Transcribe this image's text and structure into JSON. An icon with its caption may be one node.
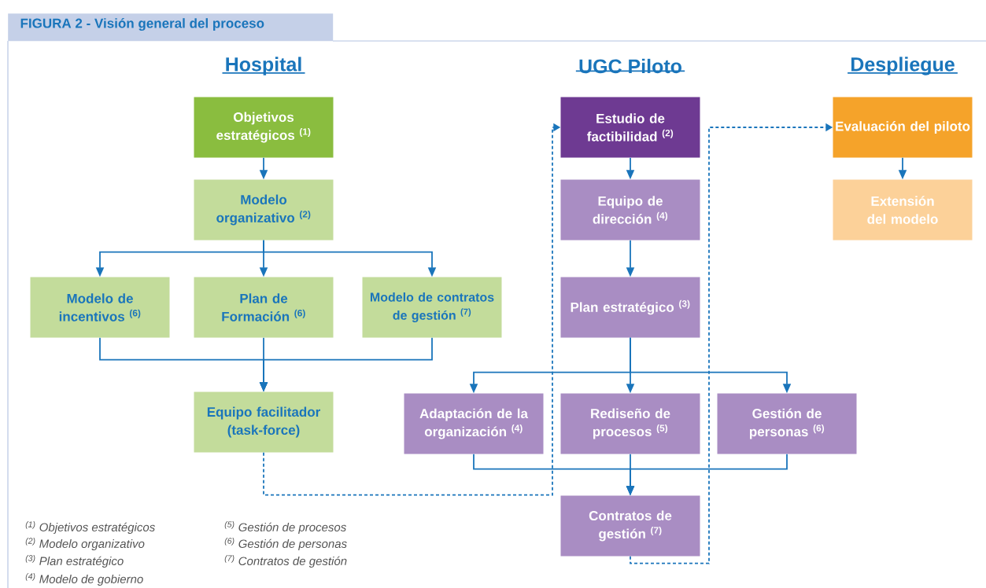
{
  "diagram": {
    "title": "FIGURA 2 - Visión general del proceso",
    "nodes": [
      {
        "text": [
          "Objetivos estratégicos $^{(1)}$"
        ]
      },
      {
        "text": [
          "Modelo organizativo $^{(2)}$"
        ]
      },
      {
        "text": [
          "Modelo de incentivos $^{(6)}$"
        ]
      },
      {
        "text": [
          "Plan de Formación $^{(6)}$"
        ]
      },
      {
        "text": [
          "Modelo de contratos de gestión $^{(7)}$"
        ]
      },
      {
        "text": [
          "Equipo facilitador (task-force)"
        ]
      },
      {
        "text": [
          "Estudio de factibilidad $^{(2)}$"
        ]
      },
      {
        "text": [
          "Equipo de dirección $^{(4)}$"
        ]
      },
      {
        "text": [
          "Plan estratégico $^{(3)}$"
        ]
      },
      {
        "text": [
          "Adaptación de la organización $^{(4)}$"
        ]
      },
      {
        "text": [
          "Rediseño de procesos $^{(5)}$"
        ]
      },
      {
        "text": [
          "Gestión de personas $^{(6)}$"
        ]
      },
      {
        "text": [
          "Contratos de gestión $^{(7)}$"
        ]
      },
      {
        "text": [
          "Evaluación del piloto"
        ]
      },
      {
        "text": [
          "Extensión del modelo"
        ]
      }
    ],
    "edges": [
      {
        "from": 0,
        "to": 1,
        "arrow": "to"
      },
      {
        "from": 1,
        "to": 2,
        "arrow": "to"
      },
      {
        "from": 1,
        "to": 3,
        "arrow": "to"
      },
      {
        "from": 1,
        "to": 4,
        "arrow": "to"
      },
      {
        "from": 2,
        "to": 5,
        "arrow": "to"
      },
      {
        "from": 3,
        "to": 5,
        "arrow": "to"
      },
      {
        "from": 4,
        "to": 5,
        "arrow": "to"
      },
      {
        "from": 5,
        "to": 6,
        "arrow": "to",
        "style": "dashed"
      },
      {
        "from": 6,
        "to": 7,
        "arrow": "to"
      },
      {
        "from": 7,
        "to": 8,
        "arrow": "to"
      },
      {
        "from": 8,
        "to": 9,
        "arrow": "to"
      },
      {
        "from": 8,
        "to": 10,
        "arrow": "to"
      },
      {
        "from": 8,
        "to": 11,
        "arrow": "to"
      },
      {
        "from": 9,
        "to": 12,
        "arrow": "to"
      },
      {
        "from": 10,
        "to": 12,
        "arrow": "to"
      },
      {
        "from": 11,
        "to": 12,
        "arrow": "to"
      },
      {
        "from": 12,
        "to": 13,
        "arrow": "to",
        "style": "dashed"
      },
      {
        "from": 13,
        "to": 14,
        "arrow": "to"
      }
    ],
    "labels": [
      "Hospital",
      "UGC Piloto",
      "Despliegue",
      "$^{(1)}$ Objetivos estratégicos",
      "$^{(2)}$ Modelo organizativo",
      "$^{(3)}$ Plan estratégico",
      "$^{(4)}$ Modelo de gobierno",
      "$^{(5)}$ Gestión de procesos",
      "$^{(6)}$ Gestión de personas",
      "$^{(7)}$ Contratos de gestión"
    ]
  }
}
